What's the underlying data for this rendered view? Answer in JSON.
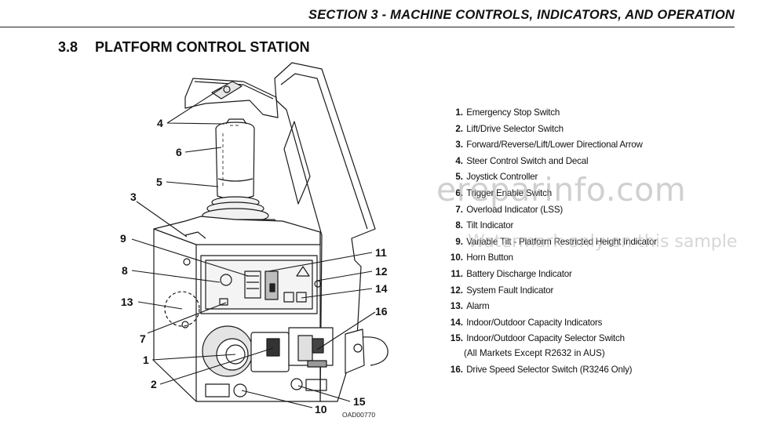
{
  "header": {
    "section": "SECTION 3 - MACHINE CONTROLS, INDICATORS, AND OPERATION",
    "number": "3.8",
    "title": "PLATFORM CONTROL STATION"
  },
  "legend": [
    {
      "n": "1.",
      "text": "Emergency Stop Switch"
    },
    {
      "n": "2.",
      "text": "Lift/Drive Selector Switch"
    },
    {
      "n": "3.",
      "text": "Forward/Reverse/Lift/Lower Directional Arrow"
    },
    {
      "n": "4.",
      "text": "Steer Control Switch and Decal"
    },
    {
      "n": "5.",
      "text": "Joystick Controller"
    },
    {
      "n": "6.",
      "text": "Trigger Enable Switch"
    },
    {
      "n": "7.",
      "text": "Overload Indicator (LSS)"
    },
    {
      "n": "8.",
      "text": "Tilt Indicator"
    },
    {
      "n": "9.",
      "text": "Variable Tilt - Platform Restricted Height Indicator"
    },
    {
      "n": "10.",
      "text": "Horn Button"
    },
    {
      "n": "11.",
      "text": "Battery Discharge Indicator"
    },
    {
      "n": "12.",
      "text": "System Fault Indicator"
    },
    {
      "n": "13.",
      "text": "Alarm"
    },
    {
      "n": "14.",
      "text": "Indoor/Outdoor Capacity Indicators"
    },
    {
      "n": "15.",
      "text": "Indoor/Outdoor Capacity Selector Switch",
      "cont": "(All Markets Except R2632 in AUS)"
    },
    {
      "n": "16.",
      "text": "Drive Speed Selector Switch (R3246 Only)"
    }
  ],
  "callouts": {
    "c1": "1",
    "c2": "2",
    "c3": "3",
    "c4": "4",
    "c5": "5",
    "c6": "6",
    "c7": "7",
    "c8": "8",
    "c9": "9",
    "c10": "10",
    "c11": "11",
    "c12": "12",
    "c13": "13",
    "c14": "14",
    "c15": "15",
    "c16": "16"
  },
  "figure_code": "OAD00770",
  "watermark": {
    "line1": "ereparinfo.com",
    "line2": "Watermark only on this sample"
  }
}
